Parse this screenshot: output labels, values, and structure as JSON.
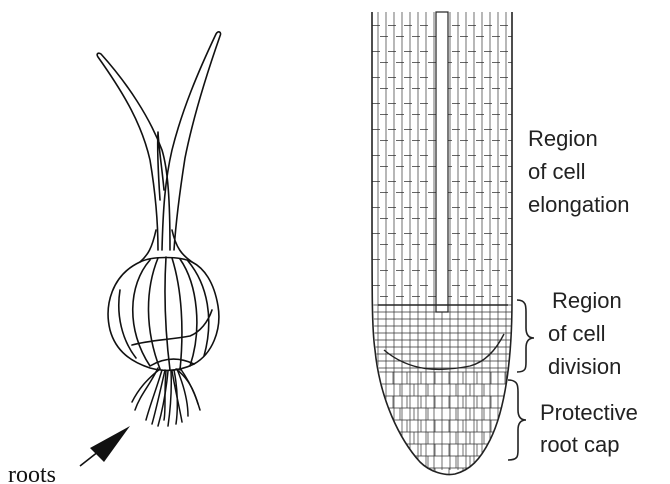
{
  "onion": {
    "roots_label": "roots"
  },
  "root_tip": {
    "regions": [
      {
        "lines": [
          "Region",
          "of cell",
          "elongation"
        ]
      },
      {
        "lines": [
          "Region",
          "of cell",
          "division"
        ]
      },
      {
        "lines": [
          "Protective",
          "root cap"
        ]
      }
    ]
  }
}
